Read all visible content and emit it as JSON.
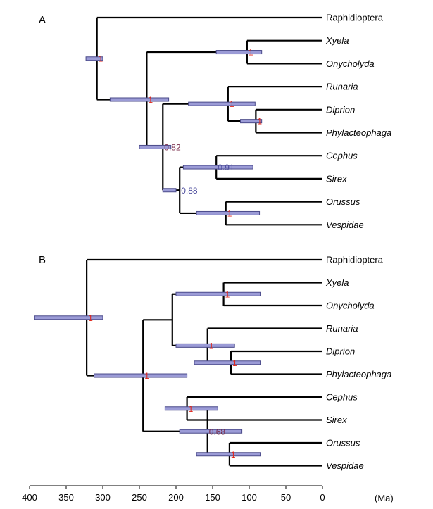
{
  "panels": [
    {
      "label": "A",
      "tips": [
        {
          "name": "Raphidioptera",
          "italic": false,
          "age": 0
        },
        {
          "name": "Xyela",
          "italic": true,
          "age": 0
        },
        {
          "name": "Onycholyda",
          "italic": true,
          "age": 0
        },
        {
          "name": "Runaria",
          "italic": true,
          "age": 0
        },
        {
          "name": "Diprion",
          "italic": true,
          "age": 0
        },
        {
          "name": "Phylacteophaga",
          "italic": true,
          "age": 0
        },
        {
          "name": "Cephus",
          "italic": true,
          "age": 0
        },
        {
          "name": "Sirex",
          "italic": true,
          "age": 0
        },
        {
          "name": "Orussus",
          "italic": true,
          "age": 0
        },
        {
          "name": "Vespidae",
          "italic": true,
          "age": 0
        }
      ],
      "nodes": [
        {
          "id": "n1",
          "children": [
            "t1",
            "t2"
          ],
          "age": 103,
          "hpd": [
            83,
            145
          ],
          "support": "1",
          "support_color": "#e0261b"
        },
        {
          "id": "n2",
          "children": [
            "t4",
            "t5"
          ],
          "age": 91,
          "hpd": [
            83,
            112
          ],
          "support": "1",
          "support_color": "#e0261b"
        },
        {
          "id": "n3",
          "children": [
            "t3",
            "n2"
          ],
          "age": 129,
          "hpd": [
            92,
            183
          ],
          "support": "1",
          "support_color": "#e0261b"
        },
        {
          "id": "n4",
          "children": [
            "t6",
            "t7"
          ],
          "age": 145,
          "hpd": [
            95,
            190
          ],
          "support": "0.91",
          "support_color": "#4b4b9c"
        },
        {
          "id": "n5",
          "children": [
            "t8",
            "t9"
          ],
          "age": 132,
          "hpd": [
            86,
            172
          ],
          "support": "1",
          "support_color": "#e0261b"
        },
        {
          "id": "n6",
          "children": [
            "n4",
            "n5"
          ],
          "age": 195,
          "hpd": [
            200,
            218
          ],
          "support": "0.88",
          "support_color": "#4b4b9c"
        },
        {
          "id": "n7",
          "children": [
            "n3",
            "n6"
          ],
          "age": 218,
          "hpd": [
            207,
            250
          ],
          "support": "0.82",
          "support_color": "#7a2b4a"
        },
        {
          "id": "n8",
          "children": [
            "n1",
            "n7"
          ],
          "age": 240,
          "hpd": [
            210,
            290
          ],
          "support": "1",
          "support_color": "#e0261b"
        },
        {
          "id": "n9",
          "children": [
            "t0",
            "n8"
          ],
          "age": 308,
          "hpd": [
            300,
            323
          ],
          "support": "1",
          "support_color": "#e0261b"
        }
      ]
    },
    {
      "label": "B",
      "tips": [
        {
          "name": "Raphidioptera",
          "italic": false,
          "age": 0
        },
        {
          "name": "Xyela",
          "italic": true,
          "age": 0
        },
        {
          "name": "Onycholyda",
          "italic": true,
          "age": 0
        },
        {
          "name": "Runaria",
          "italic": true,
          "age": 0
        },
        {
          "name": "Diprion",
          "italic": true,
          "age": 0
        },
        {
          "name": "Phylacteophaga",
          "italic": true,
          "age": 0
        },
        {
          "name": "Cephus",
          "italic": true,
          "age": 0
        },
        {
          "name": "Sirex",
          "italic": true,
          "age": 0
        },
        {
          "name": "Orussus",
          "italic": true,
          "age": 0
        },
        {
          "name": "Vespidae",
          "italic": true,
          "age": 0
        }
      ],
      "nodes": [
        {
          "id": "m1",
          "children": [
            "t1",
            "t2"
          ],
          "age": 135,
          "hpd": [
            85,
            200
          ],
          "support": "1",
          "support_color": "#e0261b"
        },
        {
          "id": "m2",
          "children": [
            "t4",
            "t5"
          ],
          "age": 125,
          "hpd": [
            85,
            175
          ],
          "support": "1",
          "support_color": "#e0261b"
        },
        {
          "id": "m3",
          "children": [
            "t3",
            "m2"
          ],
          "age": 157,
          "hpd": [
            120,
            200
          ],
          "support": "1",
          "support_color": "#e0261b"
        },
        {
          "id": "m4",
          "children": [
            "t6",
            "t7"
          ],
          "age": 185,
          "hpd": [
            143,
            215
          ],
          "support": "1",
          "support_color": "#e0261b"
        },
        {
          "id": "m5",
          "children": [
            "t8",
            "t9"
          ],
          "age": 127,
          "hpd": [
            85,
            172
          ],
          "support": "1",
          "support_color": "#e0261b"
        },
        {
          "id": "m6",
          "children": [
            "m4",
            "m5"
          ],
          "age": 157,
          "hpd": [
            110,
            195
          ],
          "support": "0.68",
          "support_color": "#7a2b4a"
        },
        {
          "id": "m7",
          "children": [
            "m1",
            "m3"
          ],
          "age": 205,
          "hpd": [
            0,
            0
          ],
          "support": "",
          "support_color": "#e0261b"
        },
        {
          "id": "m8",
          "children": [
            "m7",
            "m6"
          ],
          "age": 245,
          "hpd": [
            185,
            312
          ],
          "support": "1",
          "support_color": "#e0261b"
        },
        {
          "id": "m9",
          "children": [
            "t0",
            "m8"
          ],
          "age": 322,
          "hpd": [
            300,
            393
          ],
          "support": "1",
          "support_color": "#e0261b"
        }
      ]
    }
  ],
  "axis": {
    "ticks": [
      400,
      350,
      300,
      250,
      200,
      150,
      100,
      50,
      0
    ],
    "unit": "(Ma)",
    "range": [
      400,
      0
    ]
  }
}
